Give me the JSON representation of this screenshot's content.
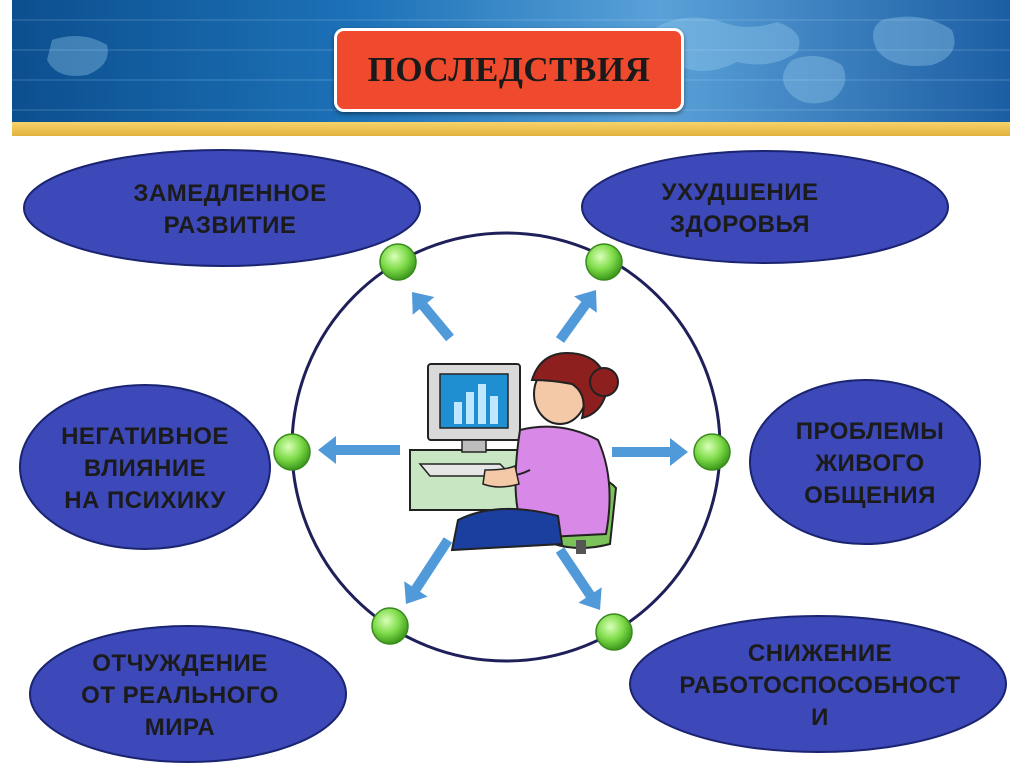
{
  "header": {
    "title": "ПОСЛЕДСТВИЯ"
  },
  "colors": {
    "ellipse_fill": "#3d48b9",
    "ellipse_stroke": "#1a2470",
    "arrow": "#3e8fd6",
    "node": "#7fdc4a",
    "circle_stroke": "#1f1f5a",
    "title_box": "#ef4a2d"
  },
  "center_icon": "woman-at-computer-icon",
  "consequences": [
    {
      "id": "slowed-development",
      "lines": [
        "ЗАМЕДЛЕННОЕ",
        "РАЗВИТИЕ"
      ]
    },
    {
      "id": "health-deterioration",
      "lines": [
        "УХУДШЕНИЕ",
        "ЗДОРОВЬЯ"
      ]
    },
    {
      "id": "negative-psyche",
      "lines": [
        "НЕГАТИВНОЕ",
        "ВЛИЯНИЕ",
        "НА ПСИХИКУ"
      ]
    },
    {
      "id": "communication-problems",
      "lines": [
        "ПРОБЛЕМЫ",
        "ЖИВОГО",
        "ОБЩЕНИЯ"
      ]
    },
    {
      "id": "alienation",
      "lines": [
        "ОТЧУЖДЕНИЕ",
        "ОТ РЕАЛЬНОГО",
        "МИРА"
      ]
    },
    {
      "id": "reduced-performance",
      "lines": [
        "СНИЖЕНИЕ",
        "РАБОТОСПОСОБНОСТ",
        "И"
      ]
    }
  ]
}
